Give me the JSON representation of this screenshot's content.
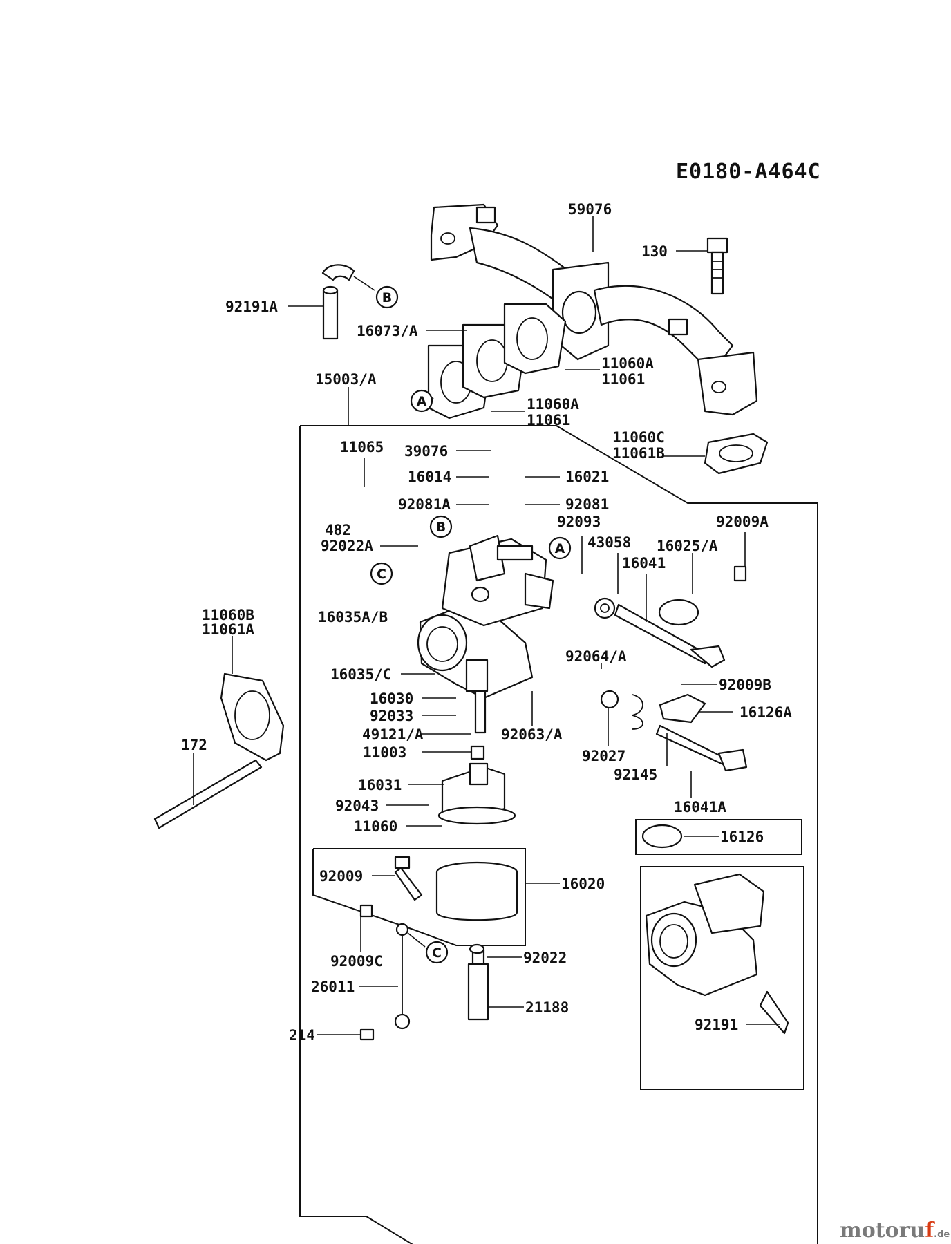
{
  "diagram_code": "E0180-A464C",
  "callouts": {
    "A": "A",
    "B": "B",
    "C": "C"
  },
  "labels": {
    "p59076": "59076",
    "p130": "130",
    "p92191A": "92191A",
    "p16073A": "16073/A",
    "p11060A_1": "11060A",
    "p11061_1": "11061",
    "p15003A": "15003/A",
    "p11060A_2": "11060A",
    "p11061_2": "11061",
    "p11060C": "11060C",
    "p11061B": "11061B",
    "p11065": "11065",
    "p39076": "39076",
    "p16014": "16014",
    "p16021": "16021",
    "p92081A": "92081A",
    "p92081": "92081",
    "p92093": "92093",
    "p92009A": "92009A",
    "p482": "482",
    "p92022A": "92022A",
    "p43058": "43058",
    "p16025A": "16025/A",
    "p16041": "16041",
    "p16035AB": "16035A/B",
    "p11060B": "11060B",
    "p11061A": "11061A",
    "p92064A": "92064/A",
    "p16035C": "16035/C",
    "p92009B": "92009B",
    "p16030": "16030",
    "p16126A": "16126A",
    "p92033": "92033",
    "p49121A": "49121/A",
    "p92063A": "92063/A",
    "p172": "172",
    "p11003": "11003",
    "p92027": "92027",
    "p92145": "92145",
    "p16031": "16031",
    "p16041A": "16041A",
    "p92043": "92043",
    "p11060": "11060",
    "p16126": "16126",
    "p92009": "92009",
    "p16020": "16020",
    "p92022": "92022",
    "p92009C": "92009C",
    "p26011": "26011",
    "p21188": "21188",
    "p214": "214",
    "p92191": "92191"
  },
  "watermark": {
    "brand_a": "motoru",
    "brand_b": "f",
    "tld": ".de"
  }
}
